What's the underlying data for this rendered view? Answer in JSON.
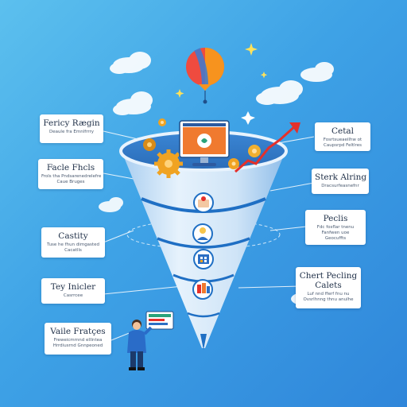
{
  "cards": {
    "left": [
      {
        "title": "Fericy Rægin",
        "sub": "Deaule fra Emnlfrrry"
      },
      {
        "title": "Facle Fhcls",
        "sub": "Frols tha Pndsarenedrelefre",
        "sub2": "Caue Bruges"
      },
      {
        "title": "Castity",
        "sub": "Tuse he fhun dimgasted",
        "sub2": "Cacatlls"
      },
      {
        "title": "Tey Inicler",
        "sub": "Casrrcee"
      },
      {
        "title": "Vaile Fratçes",
        "sub": "Freweicmrnnd elllntea",
        "sub2": "Hrrdiusrnd Gnnpeoned"
      }
    ],
    "right": [
      {
        "title": "Cetal",
        "sub": "Fosrtsueaeilhw ot",
        "sub2": "Caupsrpd Feltlres"
      },
      {
        "title": "Sterk Alring",
        "sub": "Dracsurfeasnefnr"
      },
      {
        "title": "Peclis",
        "sub": "Fdc fosflar tnenu",
        "sub2": "Fanfwen uoe",
        "sub3": "Geocuffts"
      },
      {
        "title": "Chert Pecling",
        "title2": "Calets",
        "sub": "Luf nnd fferf fnu nu",
        "sub2": "Ovsrlhnng thnu anulhe"
      }
    ]
  },
  "colors": {
    "background_start": "#5cc0ee",
    "background_end": "#2f86da",
    "funnel_body": "#cfe4f7",
    "funnel_rim": "#1f6fc4",
    "funnel_band": "#1f6fc4",
    "monitor_screen": "#f07a2f",
    "balloon_red": "#ef4b3f",
    "balloon_orange": "#f7931e",
    "balloon_blue": "#3a7bd5",
    "arrow_red": "#e5302a",
    "gear": "#f0a322"
  },
  "icons": [
    "balloon-icon",
    "sparkle-icon",
    "cloud-icon",
    "monitor-icon",
    "gear-icon",
    "trend-arrow-icon",
    "person-card-icon",
    "person-bulb-icon",
    "building-icon",
    "team-icon",
    "businessman-icon"
  ]
}
